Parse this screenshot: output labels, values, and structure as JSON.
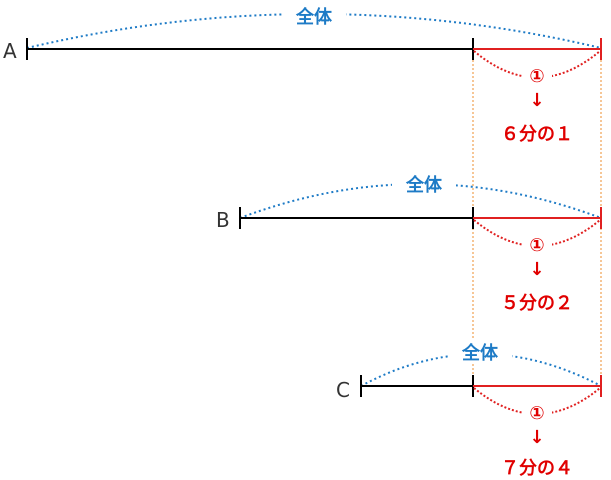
{
  "colors": {
    "bar": "#000000",
    "part": "#e02020",
    "whole_arc": "#1e7bc6",
    "guide": "#f0a050",
    "label": "#333333"
  },
  "rows": [
    {
      "label": "A",
      "whole_label": "全体",
      "part_marker": "①",
      "arrow": "↓",
      "fraction_label": "６分の１"
    },
    {
      "label": "B",
      "whole_label": "全体",
      "part_marker": "①",
      "arrow": "↓",
      "fraction_label": "５分の２"
    },
    {
      "label": "C",
      "whole_label": "全体",
      "part_marker": "①",
      "arrow": "↓",
      "fraction_label": "７分の４"
    }
  ]
}
